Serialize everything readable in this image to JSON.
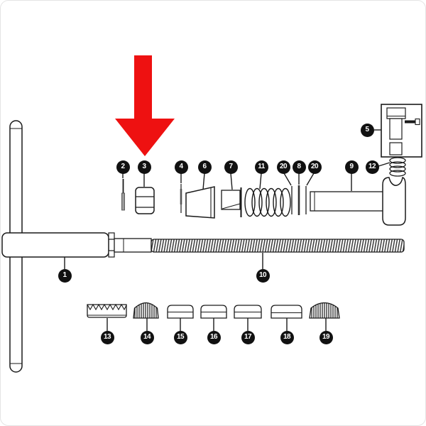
{
  "diagram": {
    "type": "exploded-parts-diagram",
    "background_color": "#ffffff",
    "line_color": "#1a1a1a",
    "arrow_color": "#ee1111",
    "badge_bg_color": "#111111",
    "badge_text_color": "#ffffff",
    "highlighted_part": "3",
    "callouts": [
      {
        "label": "1"
      },
      {
        "label": "2"
      },
      {
        "label": "3"
      },
      {
        "label": "4"
      },
      {
        "label": "5"
      },
      {
        "label": "6"
      },
      {
        "label": "7"
      },
      {
        "label": "8"
      },
      {
        "label": "9"
      },
      {
        "label": "10"
      },
      {
        "label": "11"
      },
      {
        "label": "12"
      },
      {
        "label": "13"
      },
      {
        "label": "14"
      },
      {
        "label": "15"
      },
      {
        "label": "16"
      },
      {
        "label": "17"
      },
      {
        "label": "18"
      },
      {
        "label": "19"
      },
      {
        "label": "20"
      },
      {
        "label": "20"
      }
    ]
  }
}
